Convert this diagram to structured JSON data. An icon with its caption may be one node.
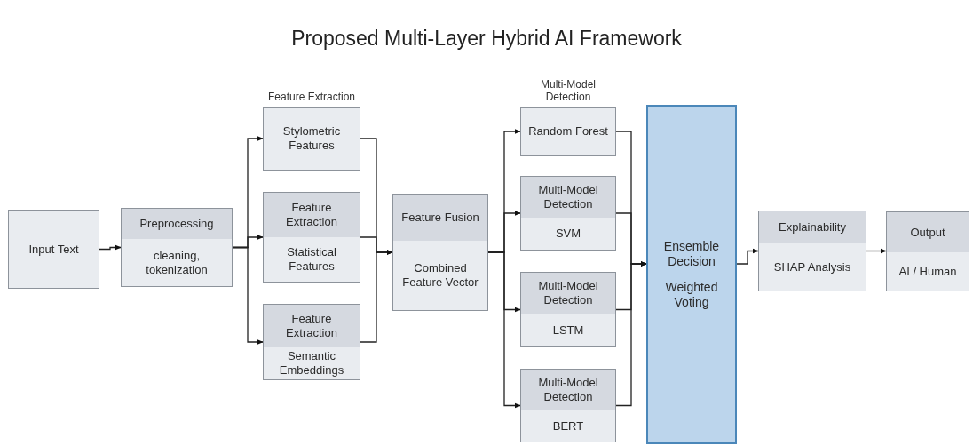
{
  "diagram": {
    "title": "Proposed Multi-Layer Hybrid AI Framework",
    "nodes": [
      {
        "text": [
          "Input Text"
        ]
      },
      {
        "text": [
          "Preprocessing",
          "cleaning, tokenization"
        ]
      },
      {
        "text": [
          "Feature Extraction",
          "Stylometric Features"
        ]
      },
      {
        "text": [
          "Feature Extraction",
          "Statistical Features"
        ]
      },
      {
        "text": [
          "Feature Extraction",
          "Semantic Embeddings"
        ]
      },
      {
        "text": [
          "Feature Fusion",
          "Combined Feature Vector"
        ]
      },
      {
        "text": [
          "Multi-Model Detection",
          "Random Forest"
        ]
      },
      {
        "text": [
          "Multi-Model Detection",
          "SVM"
        ]
      },
      {
        "text": [
          "Multi-Model Detection",
          "LSTM"
        ]
      },
      {
        "text": [
          "Multi-Model Detection",
          "BERT"
        ]
      },
      {
        "text": [
          "Ensemble Decision",
          "Weighted Voting"
        ]
      },
      {
        "text": [
          "Explainability",
          "SHAP Analysis"
        ]
      },
      {
        "text": [
          "Output",
          "AI / Human"
        ]
      }
    ],
    "edges": [
      {
        "from": 0,
        "to": 1,
        "arrow": "to"
      },
      {
        "from": 1,
        "to": 2,
        "arrow": "to"
      },
      {
        "from": 1,
        "to": 3,
        "arrow": "to"
      },
      {
        "from": 1,
        "to": 4,
        "arrow": "to"
      },
      {
        "from": 2,
        "to": 5,
        "arrow": "to"
      },
      {
        "from": 3,
        "to": 5,
        "arrow": "to"
      },
      {
        "from": 4,
        "to": 5,
        "arrow": "to"
      },
      {
        "from": 5,
        "to": 6,
        "arrow": "to"
      },
      {
        "from": 5,
        "to": 7,
        "arrow": "to"
      },
      {
        "from": 5,
        "to": 8,
        "arrow": "to"
      },
      {
        "from": 5,
        "to": 9,
        "arrow": "to"
      },
      {
        "from": 6,
        "to": 10,
        "arrow": "to"
      },
      {
        "from": 7,
        "to": 10,
        "arrow": "to"
      },
      {
        "from": 8,
        "to": 10,
        "arrow": "to"
      },
      {
        "from": 9,
        "to": 10,
        "arrow": "to"
      },
      {
        "from": 10,
        "to": 11,
        "arrow": "to"
      },
      {
        "from": 11,
        "to": 12,
        "arrow": "to"
      }
    ]
  }
}
